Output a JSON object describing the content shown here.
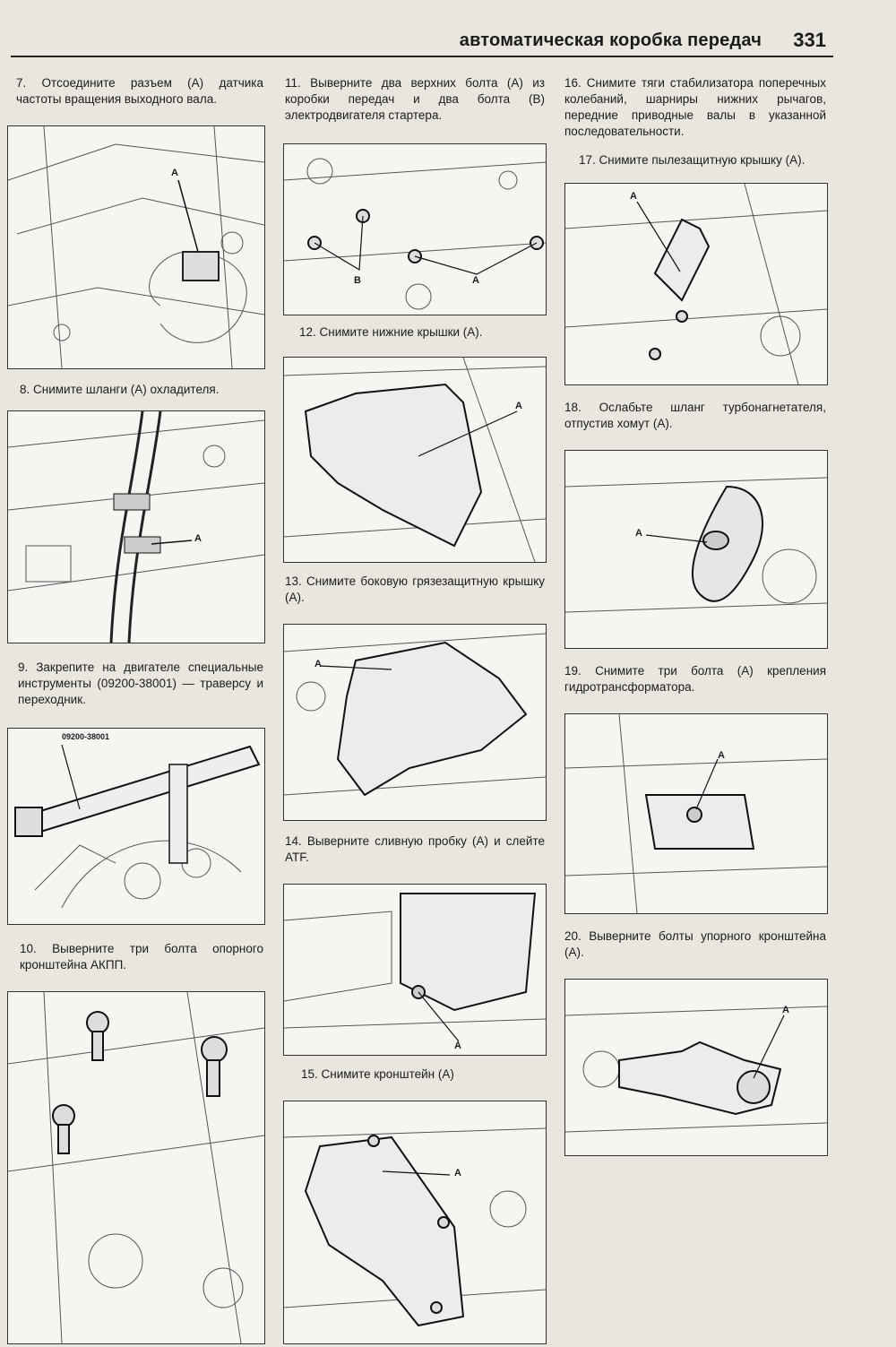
{
  "header": {
    "title": "автоматическая коробка передач",
    "page_number": "331"
  },
  "steps": {
    "s7": "7. Отсоедините разъем (A) датчика частоты вращения выходного вала.",
    "s8": "8. Снимите шланги (A) охладителя.",
    "s9": "9. Закрепите на двигателе специальные инструменты (09200-38001) — траверсу и переходник.",
    "s10": "10. Выверните три болта опорного кронштейна АКПП.",
    "s11": "11. Выверните два верхних болта (A) из коробки передач и два болта (B) электродвигателя стартера.",
    "s12": "12. Снимите нижние крышки (A).",
    "s13": "13. Снимите боковую грязезащитную крышку (A).",
    "s14": "14. Выверните сливную пробку (A) и слейте ATF.",
    "s15": "15. Снимите кронштейн (A)",
    "s16": "16. Снимите тяги стабилизатора поперечных колебаний, шарниры нижних рычагов, передние приводные валы в указанной последовательности.",
    "s17": "17. Снимите пылезащитную крышку (A).",
    "s18": "18. Ослабьте шланг турбонагнетателя, отпустив хомут (A).",
    "s19": "19. Снимите три болта (A) крепления гидротрансформатора.",
    "s20": "20. Выверните болты упорного кронштейна (A)."
  },
  "labels": {
    "a": "A",
    "b": "B",
    "tool": "09200-38001"
  }
}
